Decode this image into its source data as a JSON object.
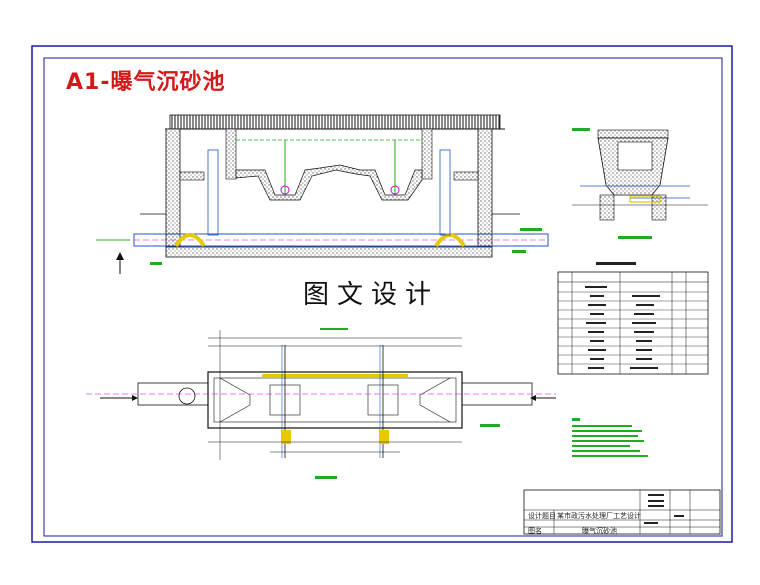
{
  "drawing": {
    "title": "A1-曝气沉砂池",
    "watermark": "图文设计"
  },
  "title_block": {
    "label_1": "设计题目",
    "label_2": "图名",
    "project": "某市政污水处理厂工艺设计",
    "sheet_name": "曝气沉砂池"
  },
  "colors": {
    "background": "#ffffff",
    "frame": "#1a1aa8",
    "title": "#d11a1a",
    "concrete": "#333333",
    "pipe_green": "#22aa22",
    "accent_magenta": "#cc00cc",
    "accent_yellow": "#e8c800",
    "dimension_green": "#00b050"
  },
  "icons": [
    "section-arrow-icon",
    "flow-arrow-icon"
  ]
}
